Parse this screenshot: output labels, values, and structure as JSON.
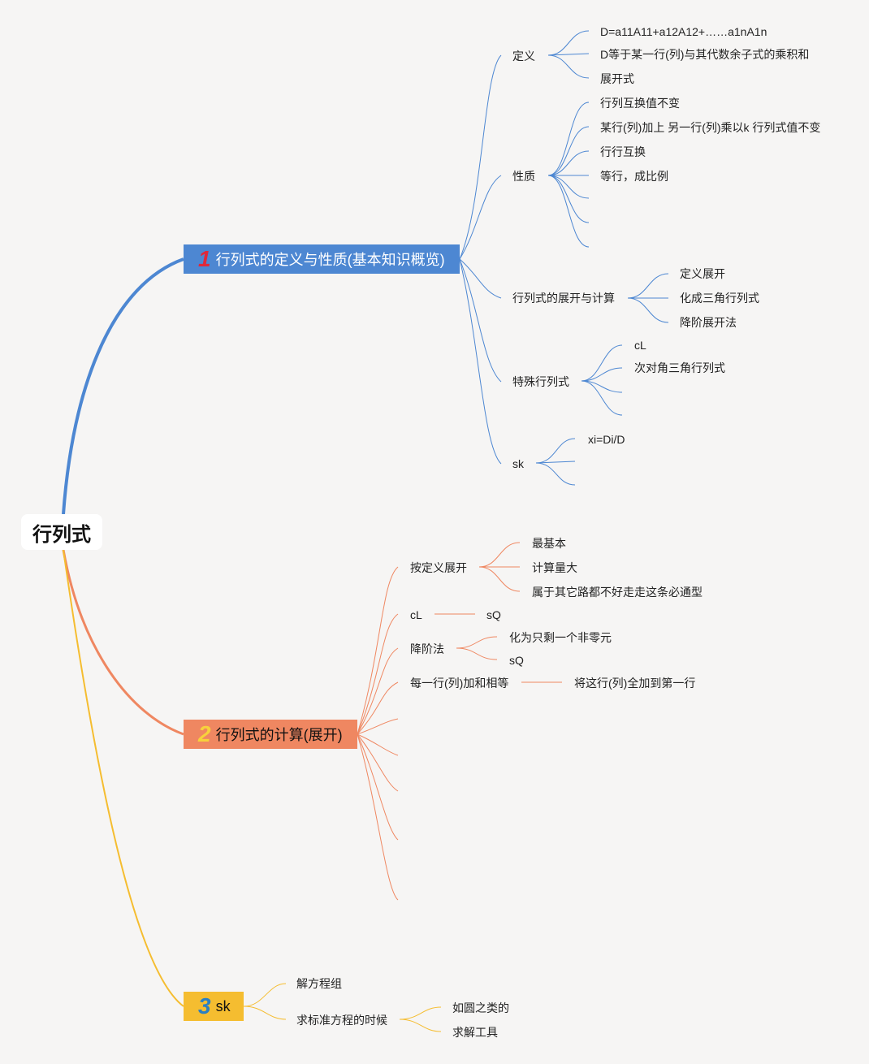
{
  "root": {
    "label": "行列式"
  },
  "colors": {
    "branch1": "#4d87d2",
    "branch2": "#ef8761",
    "branch3": "#f5bd30"
  },
  "b1": {
    "number": "1",
    "label": "行列式的定义与性质(基本知识概览)",
    "def": {
      "label": "定义",
      "items": [
        "D=a11A11+a12A12+……a1nA1n",
        "D等于某一行(列)与其代数余子式的乘积和",
        "展开式"
      ]
    },
    "prop": {
      "label": "性质",
      "items": [
        "行列互换值不变",
        "某行(列)加上 另一行(列)乘以k 行列式值不变",
        "行行互换",
        "等行，成比例"
      ]
    },
    "expand": {
      "label": "行列式的展开与计算",
      "items": [
        "定义展开",
        "化成三角行列式",
        "降阶展开法"
      ]
    },
    "special": {
      "label": "特殊行列式",
      "items": [
        "cL",
        "次对角三角行列式"
      ]
    },
    "sk": {
      "label": "sk",
      "items": [
        "xi=Di/D"
      ]
    }
  },
  "b2": {
    "number": "2",
    "label": "行列式的计算(展开)",
    "bydef": {
      "label": "按定义展开",
      "items": [
        "最基本",
        "计算量大",
        "属于其它路都不好走走这条必通型"
      ]
    },
    "cl": {
      "label": "cL",
      "items": [
        "sQ"
      ]
    },
    "reduce": {
      "label": "降阶法",
      "items": [
        "化为只剩一个非零元",
        "sQ"
      ]
    },
    "rowsum": {
      "label": "每一行(列)加和相等",
      "items": [
        "将这行(列)全加到第一行"
      ]
    }
  },
  "b3": {
    "number": "3",
    "label": "sk",
    "solve": {
      "label": "解方程组"
    },
    "std": {
      "label": "求标准方程的时候",
      "items": [
        "如圆之类的",
        "求解工具"
      ]
    }
  }
}
